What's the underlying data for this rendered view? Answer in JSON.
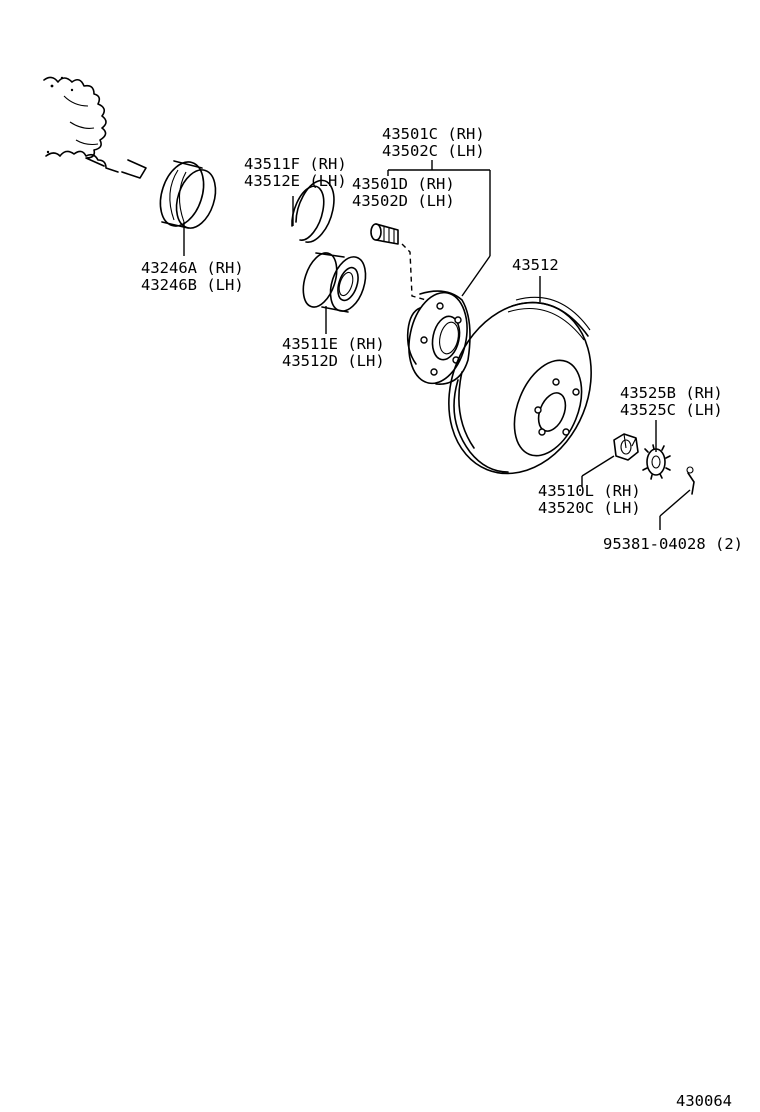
{
  "diagram_id": "430064",
  "parts": {
    "boot_clamp": {
      "line1": "43246A (RH)",
      "line2": "43246B (LH)"
    },
    "snap_ring": {
      "line1": "43511F (RH)",
      "line2": "43512E (LH)"
    },
    "bearing": {
      "line1": "43511E (RH)",
      "line2": "43512D (LH)"
    },
    "hub_assembly": {
      "line1": "43501C (RH)",
      "line2": "43502C (LH)"
    },
    "hub_bolt": {
      "line1": "43501D (RH)",
      "line2": "43502D (LH)"
    },
    "disc": {
      "line1": "43512"
    },
    "nut_cap": {
      "line1": "43525B (RH)",
      "line2": "43525C (LH)"
    },
    "hub_nut": {
      "line1": "43510L (RH)",
      "line2": "43520C (LH)"
    },
    "cotter_pin": {
      "line1": "95381-04028 (2)"
    }
  }
}
